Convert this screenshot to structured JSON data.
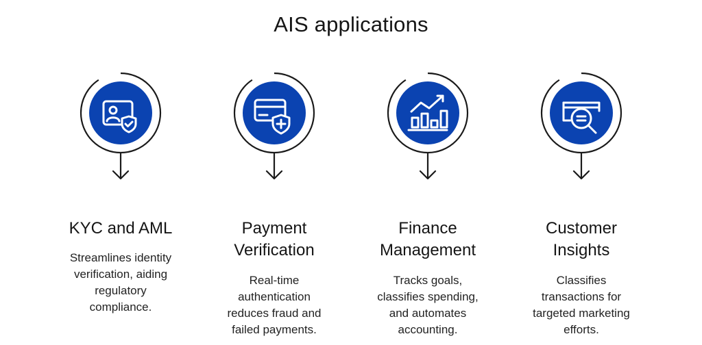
{
  "page": {
    "title": "AIS applications"
  },
  "colors": {
    "accent_blue": "#0B43B1",
    "line": "#1a1a1a",
    "icon_white": "#ffffff"
  },
  "cards": [
    {
      "icon": "identity-shield-icon",
      "title_lines": [
        "KYC and AML"
      ],
      "desc_lines": [
        "Streamlines identity",
        "verification, aiding",
        "regulatory",
        "compliance."
      ]
    },
    {
      "icon": "card-shield-icon",
      "title_lines": [
        "Payment",
        "Verification"
      ],
      "desc_lines": [
        "Real-time",
        "authentication",
        "reduces fraud and",
        "failed payments."
      ]
    },
    {
      "icon": "growth-chart-icon",
      "title_lines": [
        "Finance",
        "Management"
      ],
      "desc_lines": [
        "Tracks goals,",
        "classifies spending,",
        "and automates",
        "accounting."
      ]
    },
    {
      "icon": "insights-magnifier-icon",
      "title_lines": [
        "Customer",
        "Insights"
      ],
      "desc_lines": [
        "Classifies",
        "transactions for",
        "targeted marketing",
        "efforts."
      ]
    }
  ]
}
